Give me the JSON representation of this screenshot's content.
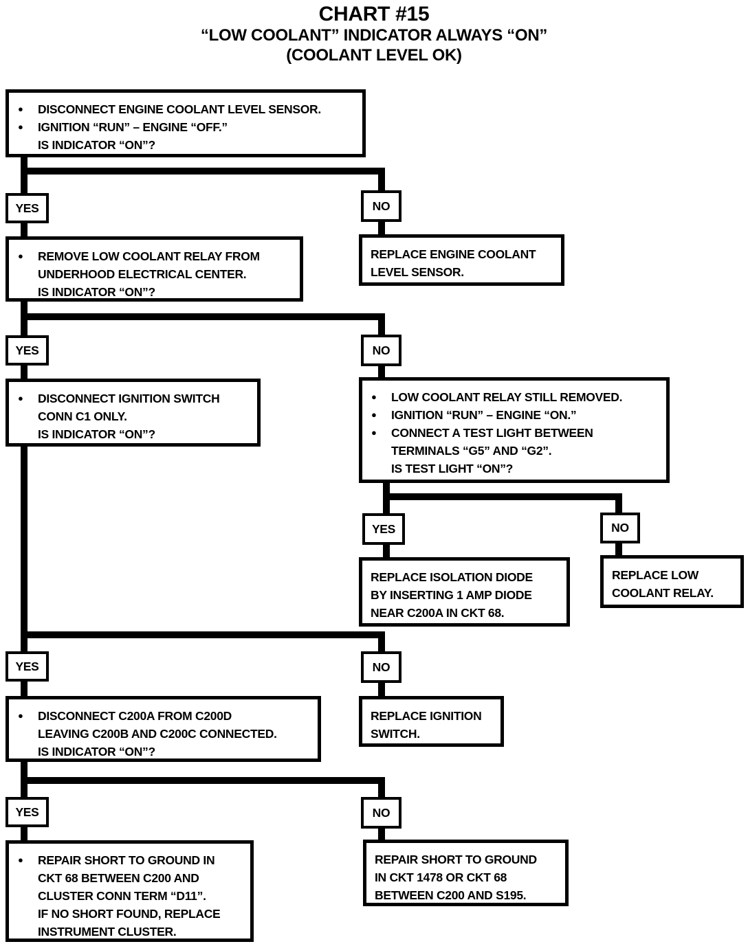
{
  "title": {
    "line1": "CHART #15",
    "line2": "“LOW COOLANT” INDICATOR ALWAYS “ON”",
    "line3": "(COOLANT LEVEL OK)"
  },
  "labels": {
    "yes": "YES",
    "no": "NO"
  },
  "glyphs": {
    "bullet": "●"
  },
  "colors": {
    "ink": "#000000",
    "paper": "#ffffff"
  },
  "flow": {
    "q1": {
      "lines": [
        "DISCONNECT ENGINE COOLANT LEVEL SENSOR.",
        "IGNITION “RUN” – ENGINE “OFF.”",
        "IS INDICATOR “ON”?"
      ]
    },
    "a_replace_sensor": {
      "lines": [
        "REPLACE ENGINE COOLANT",
        "LEVEL SENSOR."
      ]
    },
    "q2": {
      "lines": [
        "REMOVE LOW COOLANT RELAY FROM",
        "UNDERHOOD ELECTRICAL CENTER.",
        "IS INDICATOR “ON”?"
      ]
    },
    "q3": {
      "lines": [
        "DISCONNECT IGNITION SWITCH",
        "CONN C1 ONLY.",
        "IS INDICATOR “ON”?"
      ]
    },
    "q4": {
      "lines": [
        "LOW COOLANT RELAY STILL REMOVED.",
        "IGNITION “RUN” – ENGINE “ON.”",
        "CONNECT A TEST LIGHT BETWEEN",
        "TERMINALS “G5” AND “G2”.",
        "IS TEST LIGHT “ON”?"
      ]
    },
    "a_isolation_diode": {
      "lines": [
        "REPLACE ISOLATION DIODE",
        "BY INSERTING 1 AMP DIODE",
        "NEAR C200A IN CKT 68."
      ]
    },
    "a_low_coolant_relay": {
      "lines": [
        "REPLACE LOW",
        "COOLANT RELAY."
      ]
    },
    "q5": {
      "lines": [
        "DISCONNECT C200A FROM C200D",
        "LEAVING C200B AND C200C CONNECTED.",
        "IS INDICATOR “ON”?"
      ]
    },
    "a_ignition_switch": {
      "lines": [
        "REPLACE IGNITION",
        "SWITCH."
      ]
    },
    "a_repair_cluster": {
      "lines": [
        "REPAIR SHORT TO GROUND IN",
        "CKT 68 BETWEEN C200 AND",
        "CLUSTER CONN TERM “D11”.",
        "IF NO SHORT FOUND, REPLACE",
        "INSTRUMENT CLUSTER."
      ]
    },
    "a_repair_ckt1478": {
      "lines": [
        "REPAIR SHORT TO GROUND",
        "IN CKT 1478 OR CKT 68",
        "BETWEEN C200 AND S195."
      ]
    }
  }
}
